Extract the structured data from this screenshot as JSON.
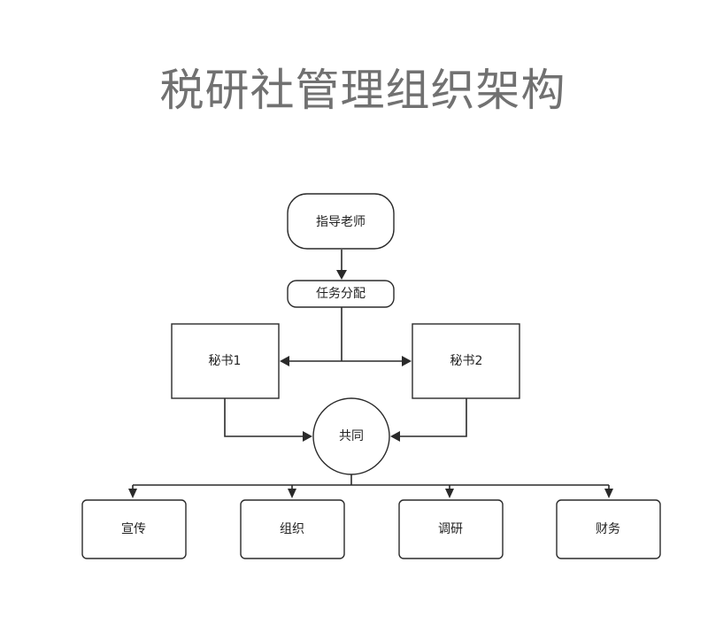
{
  "title": "税研社管理组织架构",
  "nodes": {
    "advisor": "指导老师",
    "task_assignment": "任务分配",
    "secretary_1": "秘书1",
    "secretary_2": "秘书2",
    "joint": "共同",
    "publicity": "宣传",
    "organization": "组织",
    "research": "调研",
    "finance": "财务"
  }
}
